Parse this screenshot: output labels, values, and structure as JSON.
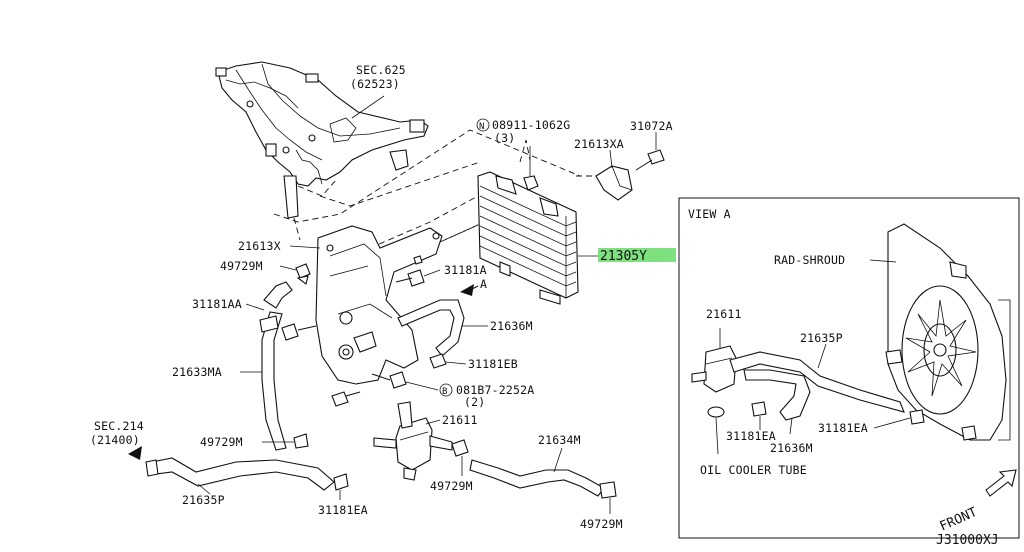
{
  "labels": {
    "sec625": "SEC.625",
    "l62523": "(62523)",
    "n_mark": "N",
    "l08911": "08911-1062G",
    "l08911_qty": "(3)",
    "l31072a": "31072A",
    "l21613xa": "21613XA",
    "l21613x": "21613X",
    "l49729m": "49729M",
    "l31181a": "31181A",
    "arrow_a": "A",
    "l21305y": "21305Y",
    "l31181aa": "31181AA",
    "l21636m": "21636M",
    "l21633ma": "21633MA",
    "l31181eb": "31181EB",
    "b_mark": "B",
    "l081b7": "081B7-2252A",
    "l081b7_qty": "(2)",
    "l21611": "21611",
    "sec214": "SEC.214",
    "l21400": "(21400)",
    "l21634m": "21634M",
    "l21635p": "21635P",
    "l31181ea": "31181EA"
  },
  "view_a": {
    "title": "VIEW A",
    "rad_shroud": "RAD-SHROUD",
    "l21611": "21611",
    "l21635p": "21635P",
    "l31181ea": "31181EA",
    "l21636m": "21636M",
    "oil_cooler_tube": "OIL COOLER TUBE",
    "front": "FRONT"
  },
  "diagram_code": "J31000XJ",
  "colors": {
    "highlight": "#7ee07e",
    "line": "#111111",
    "background": "#ffffff"
  }
}
